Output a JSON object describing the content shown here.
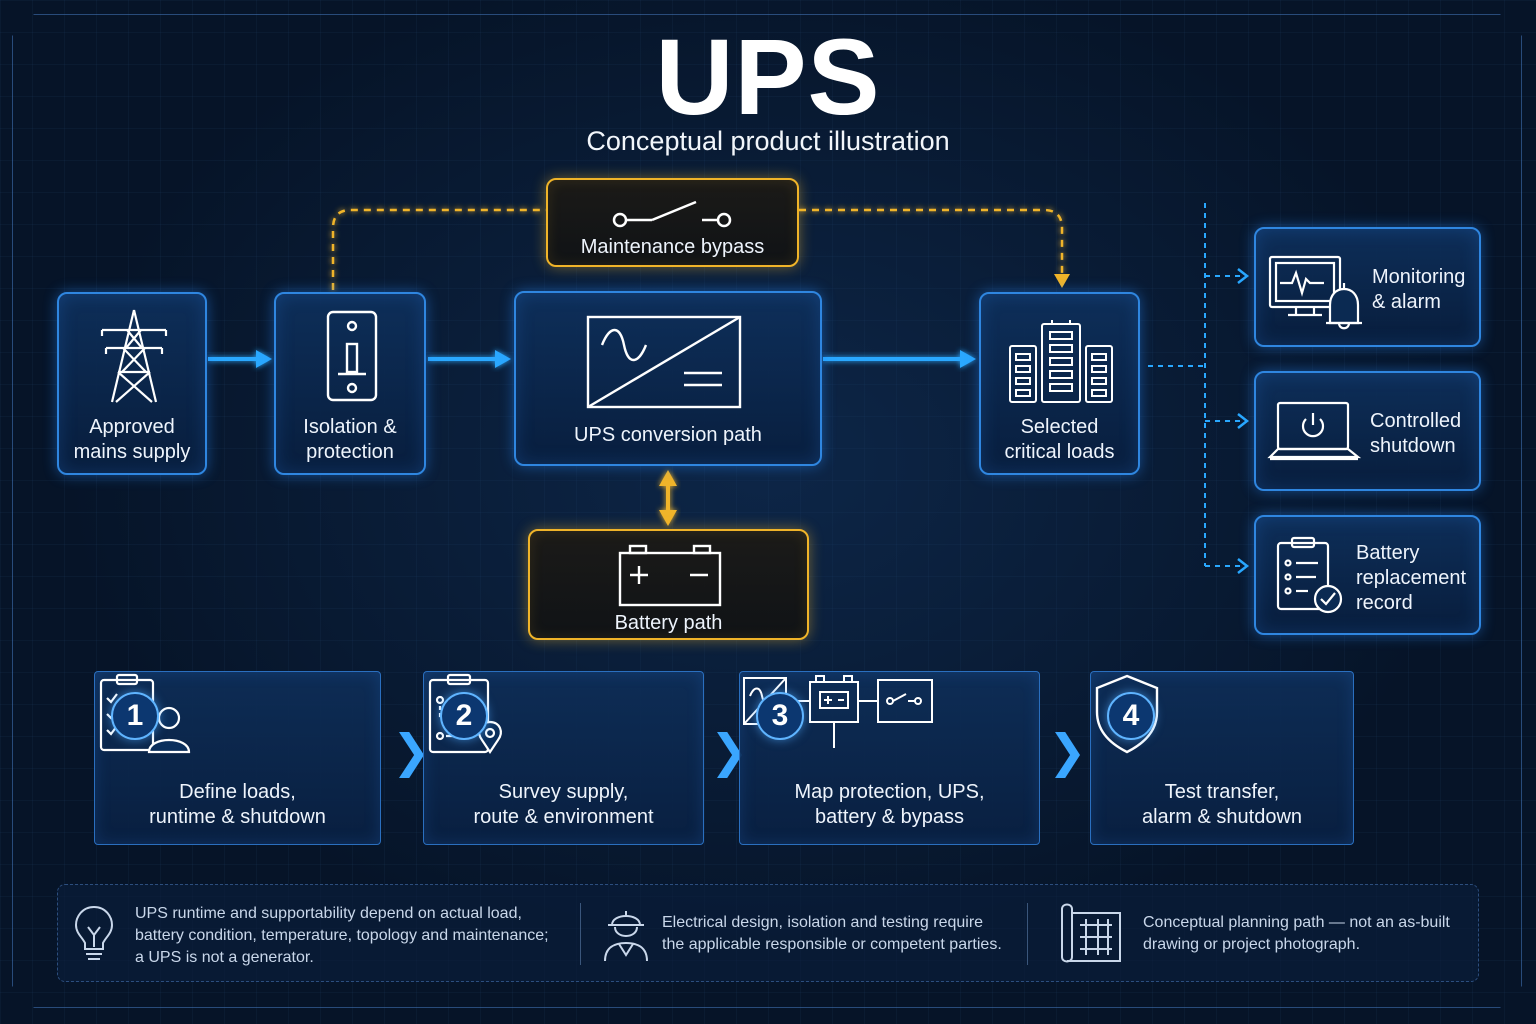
{
  "header": {
    "title": "UPS",
    "subtitle": "Conceptual product illustration"
  },
  "colors": {
    "primary_blue": "#2f86e0",
    "flow_blue": "#29a8ff",
    "bypass_gold": "#f0b429",
    "background": "#061428"
  },
  "flow": {
    "mains": {
      "line1": "Approved",
      "line2": "mains supply",
      "icon": "power-tower-icon"
    },
    "isolation": {
      "line1": "Isolation &",
      "line2": "protection",
      "icon": "isolation-switch-icon"
    },
    "ups": {
      "label": "UPS conversion path",
      "icon": "ac-dc-converter-icon"
    },
    "loads": {
      "line1": "Selected",
      "line2": "critical loads",
      "icon": "buildings-icon"
    },
    "bypass": {
      "label": "Maintenance bypass",
      "icon": "bypass-switch-icon"
    },
    "battery": {
      "label": "Battery path",
      "icon": "battery-icon"
    }
  },
  "outputs": [
    {
      "line1": "Monitoring",
      "line2": "& alarm",
      "line3": "",
      "icon": "monitor-alarm-icon"
    },
    {
      "line1": "Controlled",
      "line2": "shutdown",
      "line3": "",
      "icon": "laptop-power-icon"
    },
    {
      "line1": "Battery",
      "line2": "replacement",
      "line3": "record",
      "icon": "clipboard-check-icon"
    }
  ],
  "steps": [
    {
      "number": "1",
      "line1": "Define loads,",
      "line2": "runtime & shutdown",
      "icon": "checklist-user-icon"
    },
    {
      "number": "2",
      "line1": "Survey supply,",
      "line2": "route & environment",
      "icon": "clipboard-route-icon"
    },
    {
      "number": "3",
      "line1": "Map protection, UPS,",
      "line2": "battery & bypass",
      "icon": "system-map-icon"
    },
    {
      "number": "4",
      "line1": "Test transfer,",
      "line2": "alarm & shutdown",
      "icon": "shield-check-icon"
    }
  ],
  "notes": [
    {
      "icon": "lightbulb-icon",
      "line1": "UPS runtime and supportability depend on actual load,",
      "line2": "battery condition, temperature, topology and maintenance;",
      "line3": "a UPS is not a generator."
    },
    {
      "icon": "engineer-icon",
      "line1": "Electrical design, isolation and testing require",
      "line2": "the applicable responsible or competent parties.",
      "line3": ""
    },
    {
      "icon": "blueprint-icon",
      "line1": "Conceptual planning path — not an as-built",
      "line2": "drawing or project photograph.",
      "line3": ""
    }
  ]
}
